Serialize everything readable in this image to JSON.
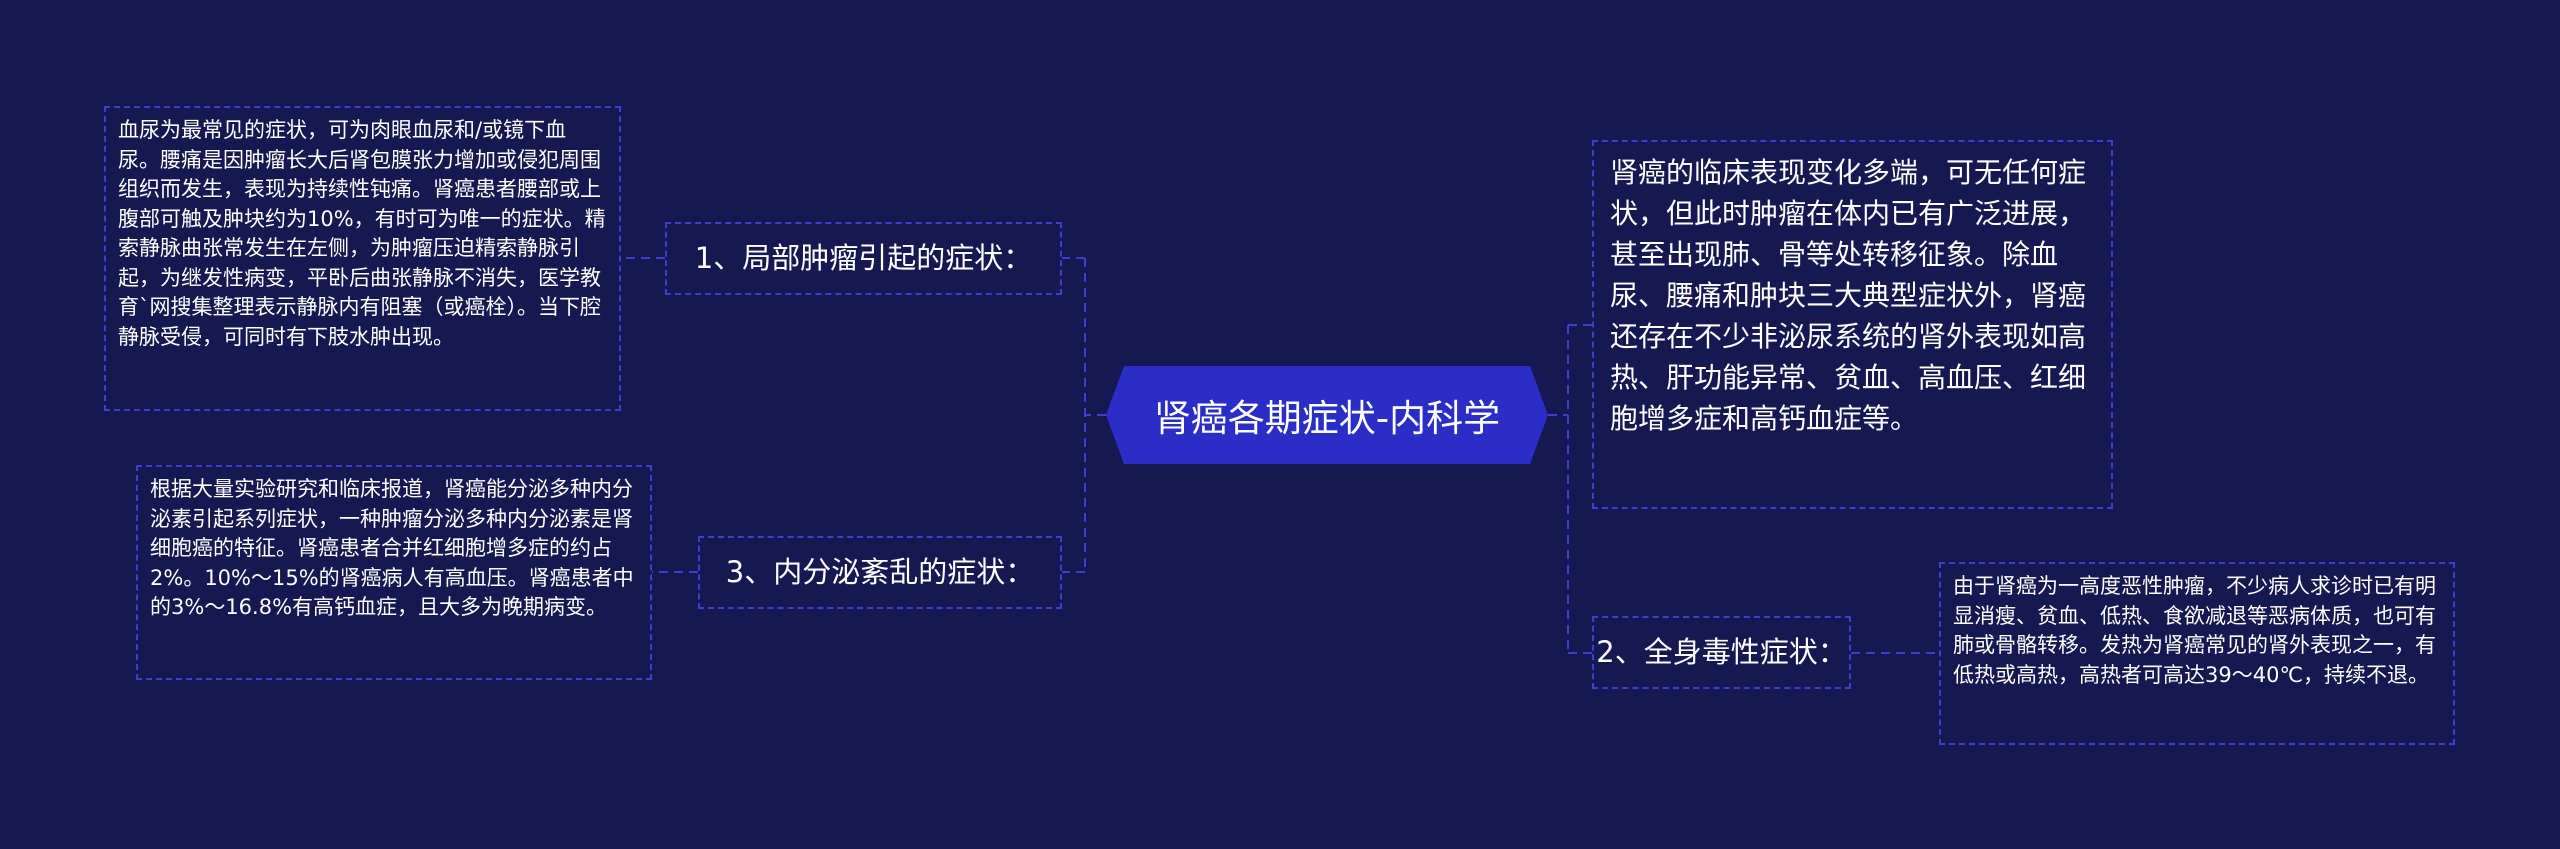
{
  "diagram": {
    "central_title": "肾癌各期症状-内科学",
    "branches": [
      {
        "label": "1、局部肿瘤引起的症状：",
        "detail": "血尿为最常见的症状，可为肉眼血尿和/或镜下血尿。腰痛是因肿瘤长大后肾包膜张力增加或侵犯周围组织而发生，表现为持续性钝痛。肾癌患者腰部或上腹部可触及肿块约为10%，有时可为唯一的症状。精索静脉曲张常发生在左侧，为肿瘤压迫精索静脉引起，为继发性病变，平卧后曲张静脉不消失，医学教育`网搜集整理表示静脉内有阻塞（或癌栓）。当下腔静脉受侵，可同时有下肢水肿出现。"
      },
      {
        "label": "3、内分泌紊乱的症状：",
        "detail": "根据大量实验研究和临床报道，肾癌能分泌多种内分泌素引起系列症状，一种肿瘤分泌多种内分泌素是肾细胞癌的特征。肾癌患者合并红细胞增多症的约占2%。10%～15%的肾癌病人有高血压。肾癌患者中的3%～16.8%有高钙血症，且大多为晚期病变。"
      },
      {
        "label": "2、全身毒性症状：",
        "detail": "由于肾癌为一高度恶性肿瘤，不少病人求诊时已有明显消瘦、贫血、低热、食欲减退等恶病体质，也可有肺或骨骼转移。发热为肾癌常见的肾外表现之一，有低热或高热，高热者可高达39～40℃，持续不退。"
      }
    ],
    "overview": "肾癌的临床表现变化多端，可无任何症状，但此时肿瘤在体内已有广泛进展，甚至出现肺、骨等处转移征象。除血尿、腰痛和肿块三大典型症状外，肾癌还存在不少非泌尿系统的肾外表现如高热、肝功能异常、贫血、高血压、红细胞增多症和高钙血症等。"
  },
  "colors": {
    "background": "#161852",
    "central_fill": "#2a2ec6",
    "connector": "#3a3fd0",
    "text": "#ffffff"
  }
}
